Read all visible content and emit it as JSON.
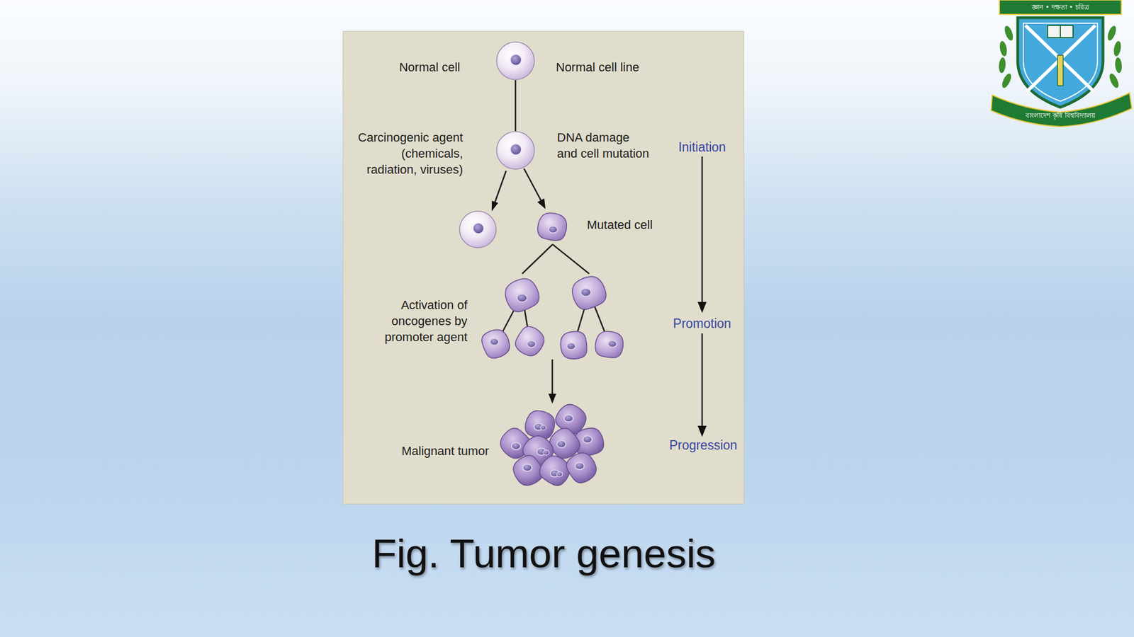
{
  "diagram": {
    "caption": "Fig. Tumor genesis",
    "nodes": [
      {
        "text": [
          "Normal cell",
          "Normal cell line"
        ]
      },
      {
        "text": [
          "Carcinogenic agent (chemicals, radiation, viruses)",
          "DNA damage and cell mutation"
        ]
      },
      {
        "text": [
          "Mutated cell"
        ]
      },
      {
        "text": [
          "Activation of oncogenes by promoter agent"
        ]
      },
      {
        "text": [
          "Malignant tumor"
        ]
      }
    ],
    "edges": [
      {
        "from": 0,
        "to": 1,
        "arrow": "none"
      },
      {
        "from": 1,
        "to": 2,
        "arrow": "to"
      },
      {
        "from": 2,
        "to": 3,
        "arrow": "none"
      },
      {
        "from": 3,
        "to": 4,
        "arrow": "to"
      }
    ],
    "labels": [
      "Initiation",
      "Promotion",
      "Progression",
      "জ্ঞান • দক্ষতা • চরিত্র",
      "বাংলাদেশ কৃষি বিশ্ববিদ্যালয়"
    ]
  }
}
